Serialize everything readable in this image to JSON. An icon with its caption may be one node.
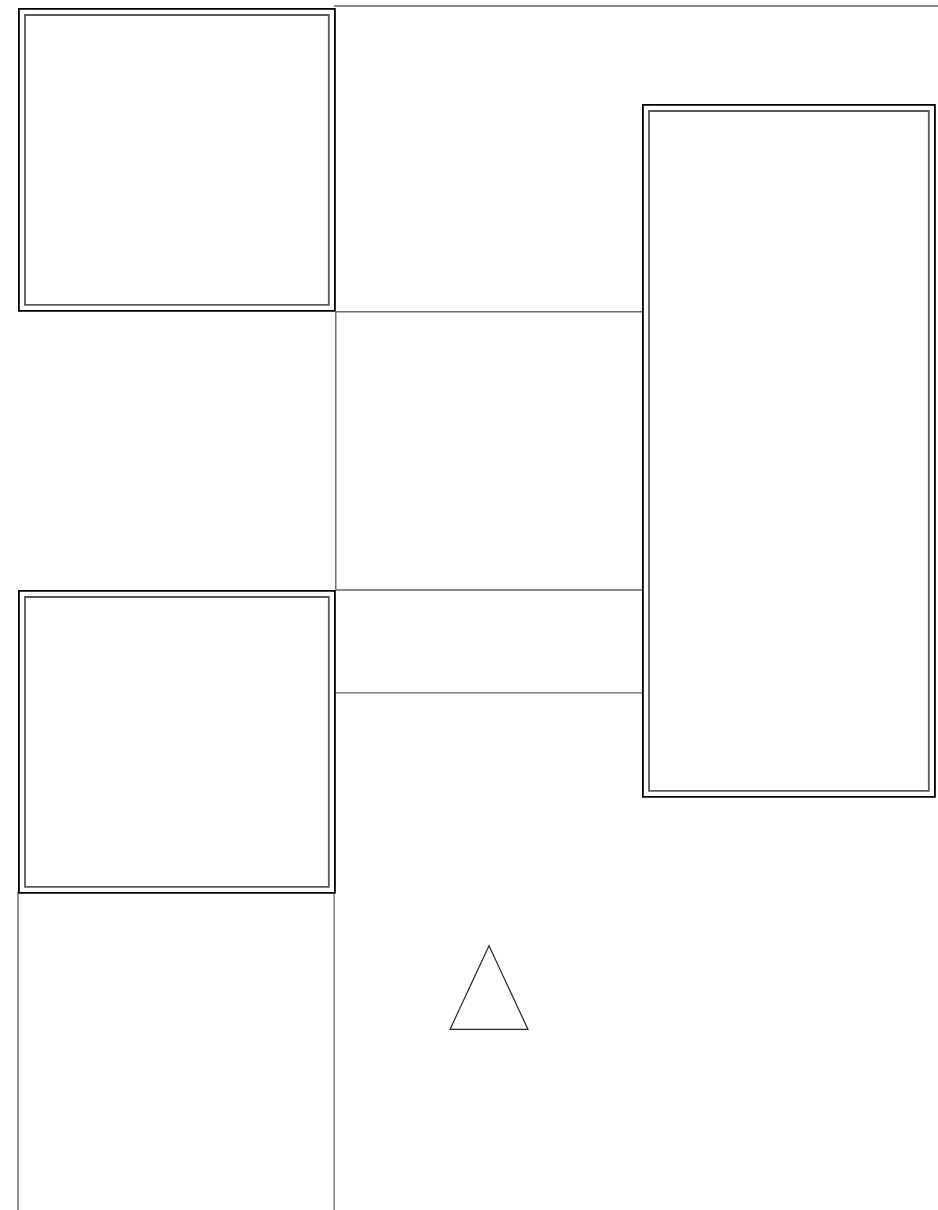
{
  "diagram": {
    "nodes": [
      {
        "text": [],
        "shape": "box"
      },
      {
        "text": [],
        "shape": "box"
      },
      {
        "text": [],
        "shape": "box"
      },
      {
        "text": [],
        "shape": "triangle"
      }
    ],
    "edges": [
      {
        "from": 0,
        "to": 1,
        "arrow": "none"
      },
      {
        "from": 0,
        "to": 2,
        "arrow": "none"
      },
      {
        "from": 2,
        "to": 1,
        "arrow": "none"
      },
      {
        "from": 2,
        "to": 1,
        "arrow": "none"
      }
    ]
  }
}
